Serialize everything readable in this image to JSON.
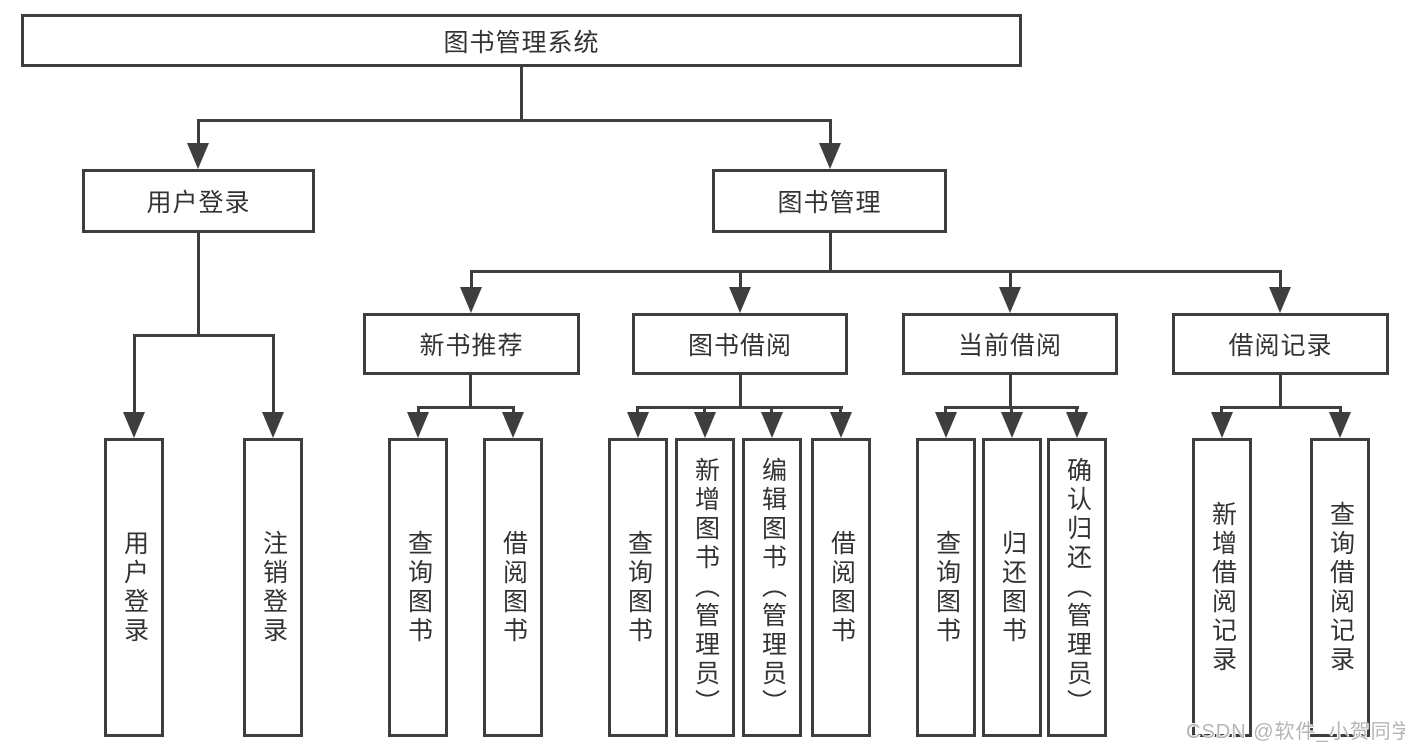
{
  "colors": {
    "line": "#3e3e3e",
    "text": "#333333",
    "bg": "#ffffff",
    "watermark": "#b5b5b5"
  },
  "diagram": {
    "root": {
      "label": "图书管理系统"
    },
    "level2": [
      {
        "label": "用户登录"
      },
      {
        "label": "图书管理"
      }
    ],
    "level3": [
      {
        "label": "新书推荐"
      },
      {
        "label": "图书借阅"
      },
      {
        "label": "当前借阅"
      },
      {
        "label": "借阅记录"
      }
    ],
    "leaves": [
      {
        "label": "用户登录"
      },
      {
        "label": "注销登录"
      },
      {
        "label": "查询图书"
      },
      {
        "label": "借阅图书"
      },
      {
        "label": "查询图书"
      },
      {
        "label": "新增图书（管理员）"
      },
      {
        "label": "编辑图书（管理员）"
      },
      {
        "label": "借阅图书"
      },
      {
        "label": "查询图书"
      },
      {
        "label": "归还图书"
      },
      {
        "label": "确认归还（管理员）"
      },
      {
        "label": "新增借阅记录"
      },
      {
        "label": "查询借阅记录"
      }
    ]
  },
  "watermark": {
    "text": "CSDN @软件_小贺同学"
  }
}
